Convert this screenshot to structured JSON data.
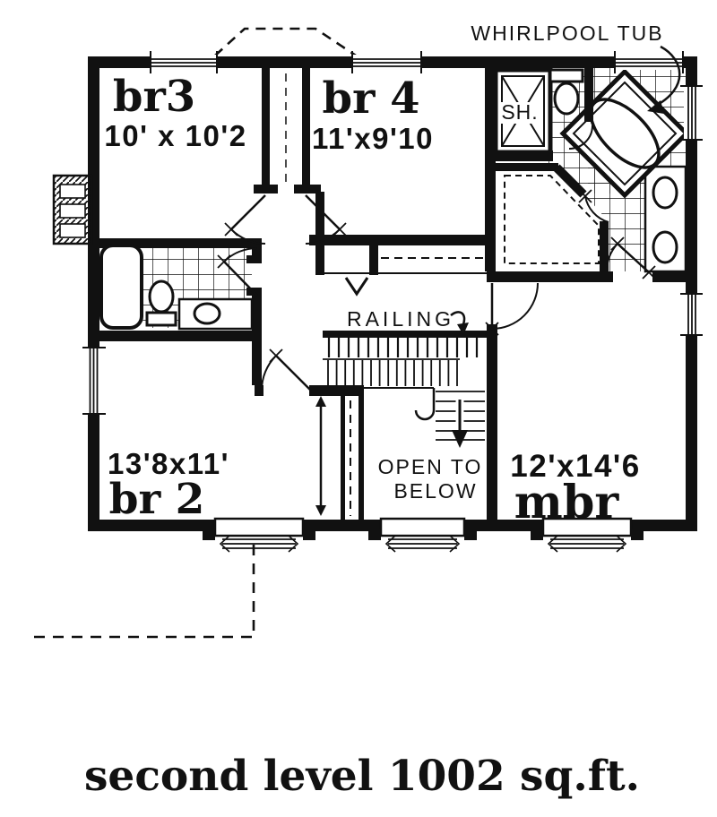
{
  "page": {
    "paper": "#ffffff",
    "ink": "#111111"
  },
  "plan": {
    "caption": "second level 1002 sq.ft.",
    "rooms": {
      "br3": {
        "name": "br3",
        "dims": "10' x 10'2"
      },
      "br4": {
        "name": "br 4",
        "dims": "11'x9'10"
      },
      "br2": {
        "name": "br 2",
        "dims": "13'8x11'"
      },
      "mbr": {
        "name": "mbr",
        "dims": "12'x14'6"
      }
    },
    "labels": {
      "whirlpool_tub": "WHIRLPOOL TUB",
      "shower": "SH.",
      "railing": "RAILING",
      "open_to_below_line1": "OPEN TO",
      "open_to_below_line2": "BELOW"
    }
  }
}
